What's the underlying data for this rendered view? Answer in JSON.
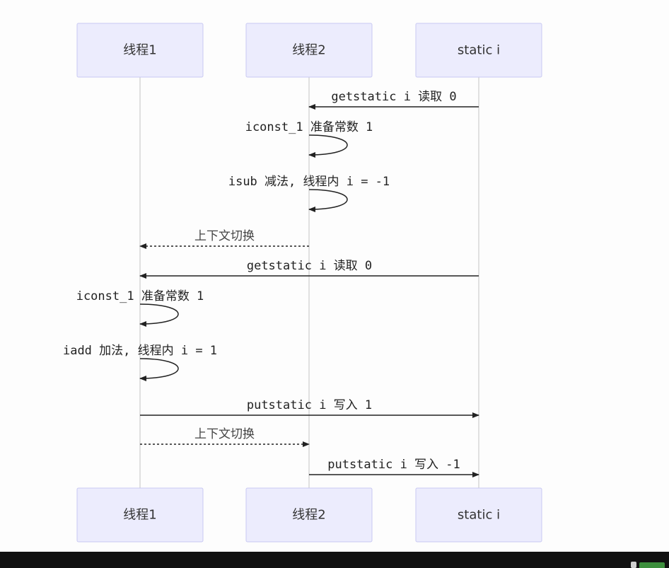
{
  "actors": [
    {
      "id": "t1",
      "label": "线程1"
    },
    {
      "id": "t2",
      "label": "线程2"
    },
    {
      "id": "si",
      "label": "static i"
    }
  ],
  "messages": [
    {
      "from": "si",
      "to": "t2",
      "label": "getstatic i 读取 0",
      "style": "solid"
    },
    {
      "from": "t2",
      "to": "t2",
      "label": "iconst_1 准备常数 1",
      "style": "self"
    },
    {
      "from": "t2",
      "to": "t2",
      "label": "isub 减法, 线程内 i = -1",
      "style": "self"
    },
    {
      "from": "t2",
      "to": "t1",
      "label": "上下文切换",
      "style": "dashed"
    },
    {
      "from": "si",
      "to": "t1",
      "label": "getstatic i 读取 0",
      "style": "solid"
    },
    {
      "from": "t1",
      "to": "t1",
      "label": "iconst_1 准备常数 1",
      "style": "self"
    },
    {
      "from": "t1",
      "to": "t1",
      "label": "iadd 加法, 线程内 i = 1",
      "style": "self"
    },
    {
      "from": "t1",
      "to": "si",
      "label": "putstatic i 写入 1",
      "style": "solid"
    },
    {
      "from": "t1",
      "to": "t2",
      "label": "上下文切换",
      "style": "dashed"
    },
    {
      "from": "t2",
      "to": "si",
      "label": "putstatic i 写入 -1",
      "style": "solid"
    }
  ],
  "colors": {
    "actor_fill": "#ececfd",
    "actor_border": "#c9c9f2",
    "lifeline": "#c4c4c4",
    "arrow": "#222222"
  }
}
